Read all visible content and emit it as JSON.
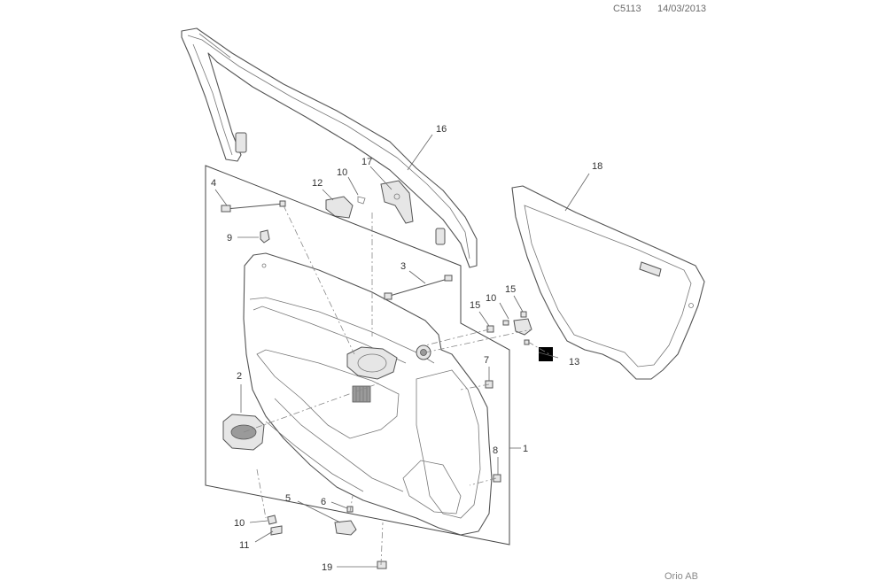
{
  "header": {
    "code": "C5113",
    "date": "14/03/2013"
  },
  "footer": {
    "brand": "Orio AB"
  },
  "callouts": {
    "c1": "1",
    "c2": "2",
    "c3": "3",
    "c4": "4",
    "c5": "5",
    "c6": "6",
    "c7": "7",
    "c8": "8",
    "c9": "9",
    "c10a": "10",
    "c10b": "10",
    "c10c": "10",
    "c11": "11",
    "c12": "12",
    "c13": "13",
    "c15a": "15",
    "c15b": "15",
    "c16": "16",
    "c17": "17",
    "c18": "18",
    "c19": "19"
  }
}
